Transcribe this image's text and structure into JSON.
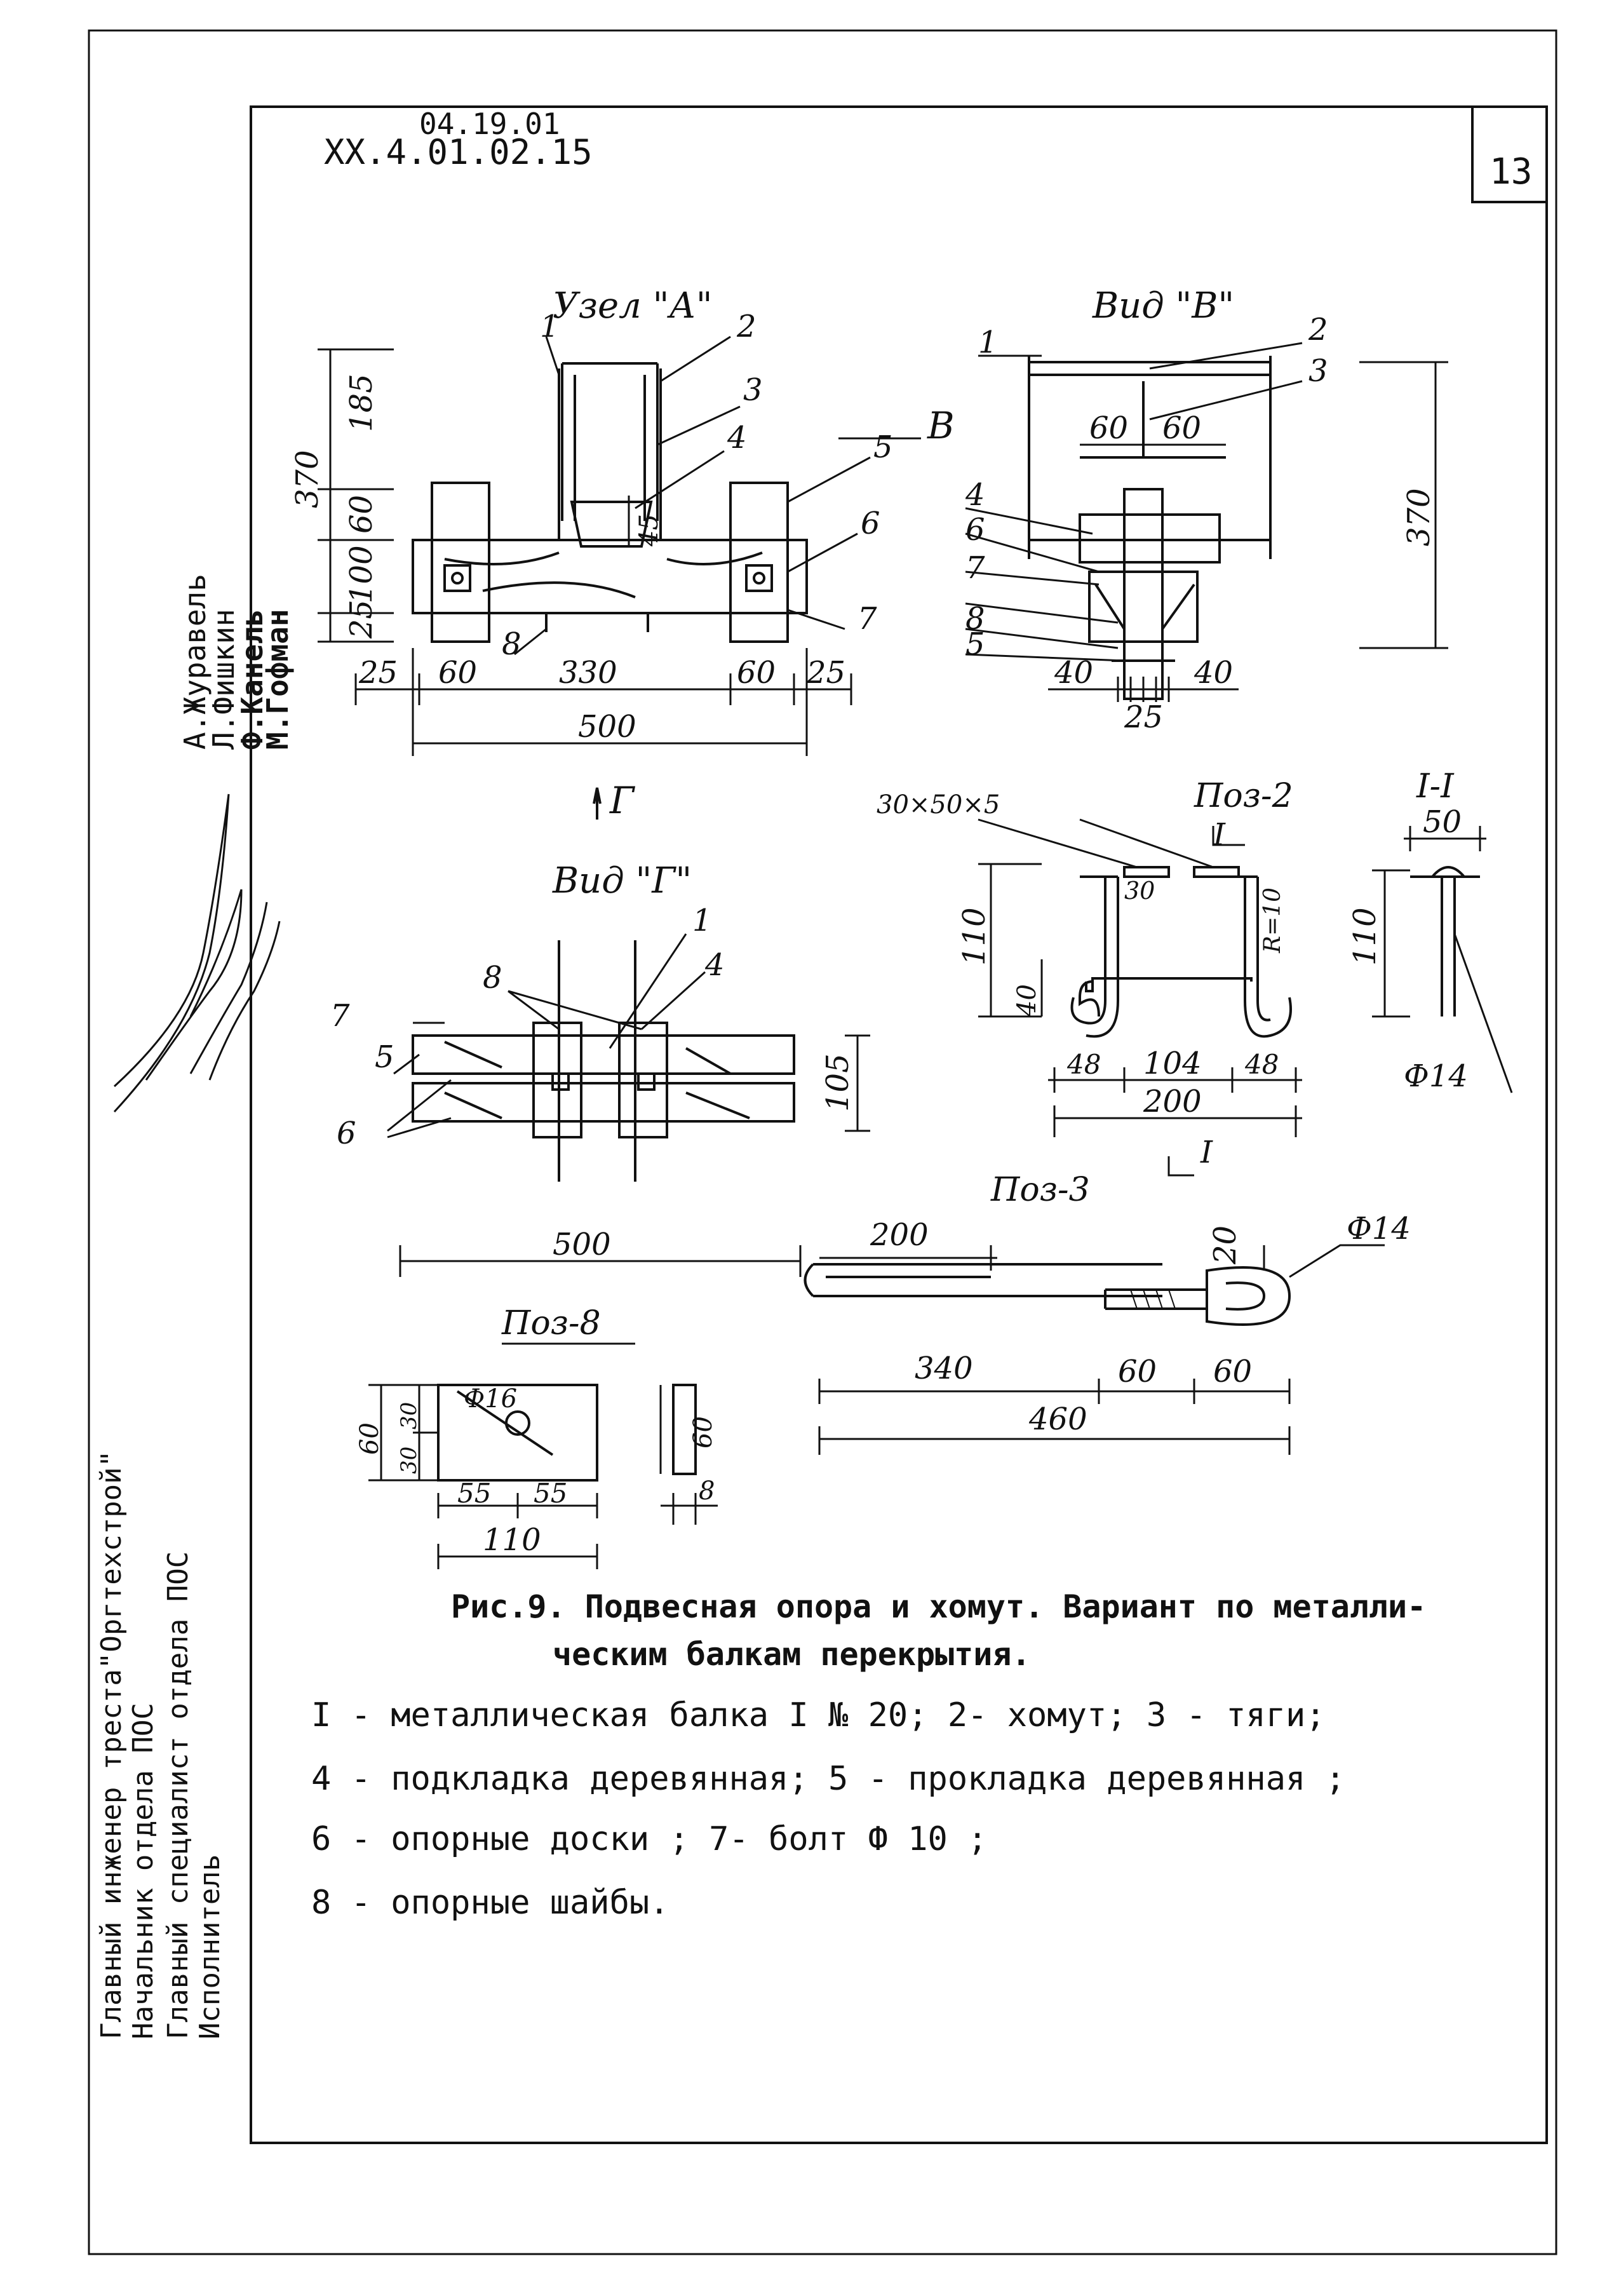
{
  "doc": {
    "code_top": "04.19.01",
    "code": "XX.4.01.02.15",
    "page_number": "13"
  },
  "views": {
    "node_a": "Узел \"А\"",
    "view_v": "Вид \"В\"",
    "view_g": "Вид \"Г\"",
    "pos2": "Поз-2",
    "pos3": "Поз-3",
    "pos8": "Поз-8",
    "section": "I-I",
    "arrow_v": "В",
    "arrow_g": "Г"
  },
  "dims": {
    "a_370": "370",
    "a_185": "185",
    "a_60": "60",
    "a_100": "100",
    "a_25": "25",
    "a_45": "45",
    "a_b25l": "25",
    "a_b60l": "60",
    "a_b330": "330",
    "a_b60r": "60",
    "a_b25r": "25",
    "a_b500": "500",
    "v_60l": "60",
    "v_60r": "60",
    "v_370": "370",
    "v_40l": "40",
    "v_25": "25",
    "v_40r": "40",
    "g_105": "105",
    "g_500": "500",
    "p2_note": "30×50×5",
    "p2_30": "30",
    "p2_110": "110",
    "p2_40": "40",
    "p2_r": "R=10",
    "p2_48l": "48",
    "p2_104": "104",
    "p2_48r": "48",
    "p2_200": "200",
    "s_50": "50",
    "s_110": "110",
    "s_d14": "Ф14",
    "p3_200": "200",
    "p3_20": "20",
    "p3_d14": "Ф14",
    "p3_340": "340",
    "p3_60a": "60",
    "p3_60b": "60",
    "p3_460": "460",
    "p8_d16": "Ф16",
    "p8_60": "60",
    "p8_30a": "30",
    "p8_30b": "30",
    "p8_55a": "55",
    "p8_55b": "55",
    "p8_110": "110",
    "p8_60s": "60",
    "p8_8": "8"
  },
  "callouts": {
    "a1": "1",
    "a2": "2",
    "a3": "3",
    "a4": "4",
    "a5": "5",
    "a6": "6",
    "a7": "7",
    "a8": "8",
    "v1": "1",
    "v2": "2",
    "v3": "3",
    "v4": "4",
    "v6": "6",
    "v7": "7",
    "v8": "8",
    "v5": "5",
    "g1": "1",
    "g4": "4",
    "g8": "8",
    "g7": "7",
    "g5": "5",
    "g6": "6",
    "s1": "I",
    "s2": "I"
  },
  "caption": {
    "line1": "Рис.9. Подвесная опора и хомут. Вариант по металли-",
    "line2": "ческим балкам  перекрытия."
  },
  "legend": [
    "I - металлическая балка I № 20;  2- хомут; 3 - тяги;",
    "4 - подкладка деревянная; 5 - прокладка деревянная ;",
    "6 - опорные доски ; 7- болт Ф 10 ;",
    "8 - опорные  шайбы."
  ],
  "stamp": {
    "roles": [
      "Главный инженер треста\"Оргтехстрой\"",
      "Начальник отдела ПОС",
      "Главный специалист отдела ПОС",
      "Исполнитель"
    ],
    "names": [
      "А.Журавель",
      "Л.Фишкин",
      "Ф.Канель",
      "М.Гофман"
    ]
  },
  "colors": {
    "ink": "#111111",
    "paper": "#ffffff"
  }
}
